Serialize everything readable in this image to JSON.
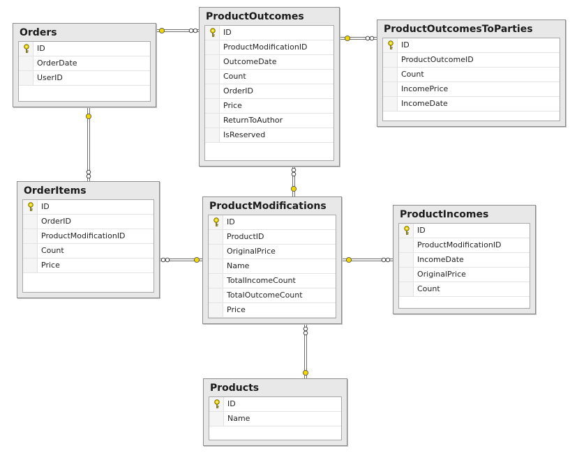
{
  "diagram": {
    "tables": [
      {
        "name": "Orders",
        "columns": [
          "ID",
          "OrderDate",
          "UserID"
        ],
        "primary_key": "ID"
      },
      {
        "name": "ProductOutcomes",
        "columns": [
          "ID",
          "ProductModificationID",
          "OutcomeDate",
          "Count",
          "OrderID",
          "Price",
          "ReturnToAuthor",
          "IsReserved"
        ],
        "primary_key": "ID"
      },
      {
        "name": "ProductOutcomesToParties",
        "columns": [
          "ID",
          "ProductOutcomeID",
          "Count",
          "IncomePrice",
          "IncomeDate"
        ],
        "primary_key": "ID"
      },
      {
        "name": "OrderItems",
        "columns": [
          "ID",
          "OrderID",
          "ProductModificationID",
          "Count",
          "Price"
        ],
        "primary_key": "ID"
      },
      {
        "name": "ProductModifications",
        "columns": [
          "ID",
          "ProductID",
          "OriginalPrice",
          "Name",
          "TotalIncomeCount",
          "TotalOutcomeCount",
          "Price"
        ],
        "primary_key": "ID"
      },
      {
        "name": "ProductIncomes",
        "columns": [
          "ID",
          "ProductModificationID",
          "IncomeDate",
          "OriginalPrice",
          "Count"
        ],
        "primary_key": "ID"
      },
      {
        "name": "Products",
        "columns": [
          "ID",
          "Name"
        ],
        "primary_key": "ID"
      }
    ],
    "relationships": [
      {
        "one": "Orders",
        "many": "ProductOutcomes"
      },
      {
        "one": "Orders",
        "many": "OrderItems"
      },
      {
        "one": "ProductOutcomes",
        "many": "ProductOutcomesToParties"
      },
      {
        "one": "ProductModifications",
        "many": "ProductOutcomes"
      },
      {
        "one": "ProductModifications",
        "many": "OrderItems"
      },
      {
        "one": "ProductModifications",
        "many": "ProductIncomes"
      },
      {
        "one": "Products",
        "many": "ProductModifications"
      }
    ],
    "colors": {
      "window_background": "#e8e8e8",
      "window_border": "#8c8c8c",
      "key_icon": "#f2d600",
      "connector": "#6e6e6e"
    }
  }
}
